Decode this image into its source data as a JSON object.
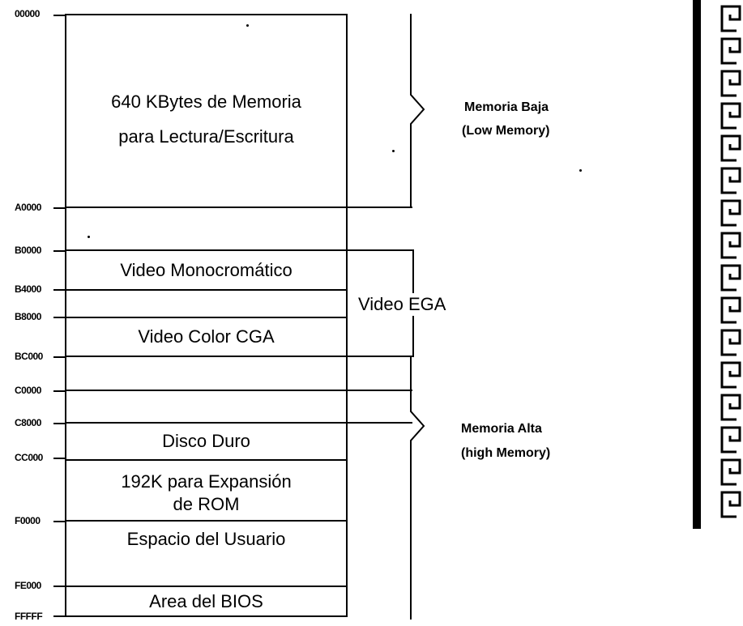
{
  "addresses": {
    "a00000": "00000",
    "aA0000": "A0000",
    "aB0000": "B0000",
    "aB4000": "B4000",
    "aB8000": "B8000",
    "aBC000": "BC000",
    "aC0000": "C0000",
    "aC8000": "C8000",
    "aCC000": "CC000",
    "aF0000": "F0000",
    "aFE000": "FE000",
    "aFFFFF": "FFFFF"
  },
  "regions": {
    "rw_line1": "640 KBytes de Memoria",
    "rw_line2": "para Lectura/Escritura",
    "mono": "Video Monocromático",
    "cga": "Video Color CGA",
    "disco": "Disco Duro",
    "rom_line1": "192K para Expansión",
    "rom_line2": "de ROM",
    "usuario": "Espacio del Usuario",
    "bios": "Area del BIOS"
  },
  "ega": "Video EGA",
  "memoria_baja": {
    "line1": "Memoria Baja",
    "line2": "(Low Memory)"
  },
  "memoria_alta": {
    "line1": "Memoria Alta",
    "line2": "(high Memory)"
  }
}
